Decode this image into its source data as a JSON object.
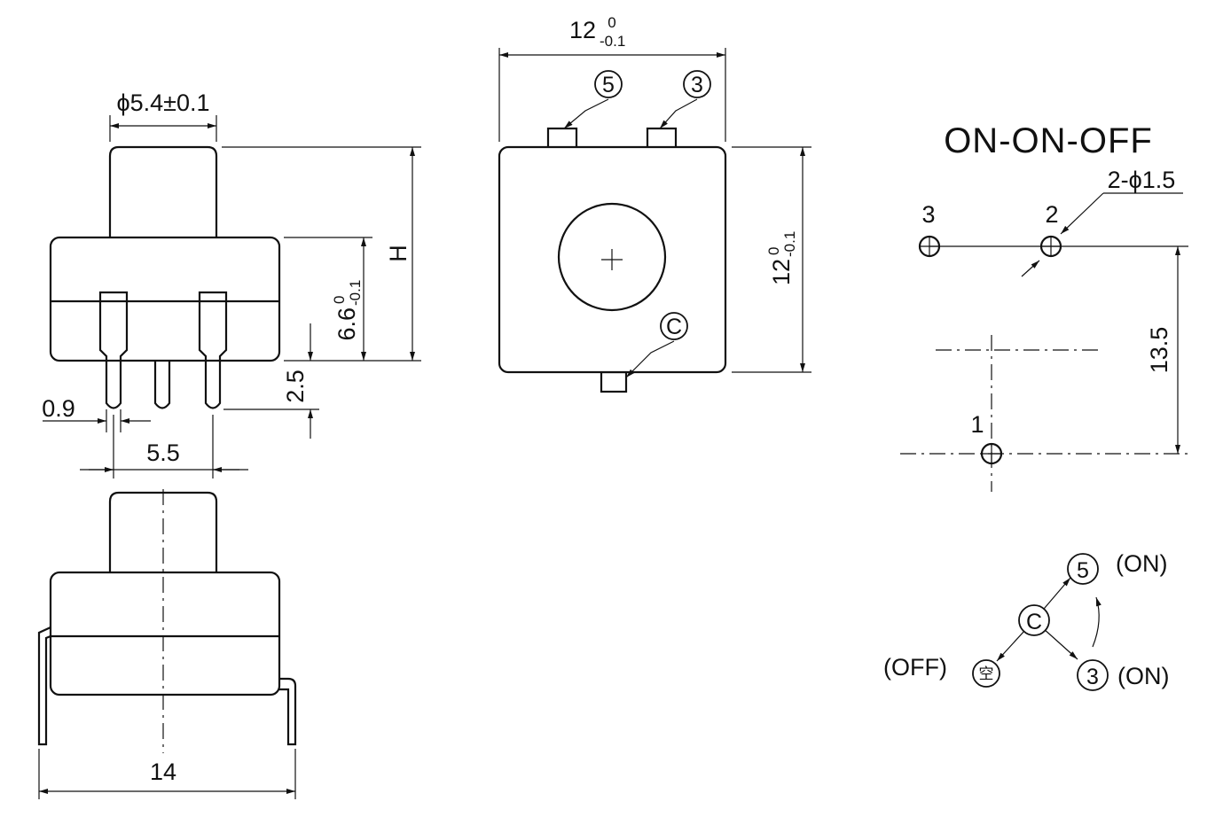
{
  "side_view": {
    "diameter_label": "ϕ5.4±0.1",
    "height_label": "H",
    "body_h_main": "6.6",
    "body_h_top": "0",
    "body_h_bottom": "-0.1",
    "pin_len": "2.5",
    "pin_width": "0.9",
    "pin_pitch": "5.5"
  },
  "front_view": {
    "width_label": "14"
  },
  "top_view": {
    "width_main": "12",
    "width_top": "0",
    "width_bottom": "-0.1",
    "height_main": "12",
    "height_top": "0",
    "height_bottom": "-0.1",
    "term_5": "5",
    "term_3": "3",
    "term_c": "C"
  },
  "schematic": {
    "title": "ON-ON-OFF",
    "hole_label": "2-ϕ1.5",
    "pin_3": "3",
    "pin_2": "2",
    "pin_1": "1",
    "spacing": "13.5"
  },
  "circuit": {
    "node_5": "5",
    "node_c": "C",
    "node_3": "3",
    "node_off": "空",
    "on_a": "(ON)",
    "on_b": "(ON)",
    "off": "(OFF)"
  }
}
